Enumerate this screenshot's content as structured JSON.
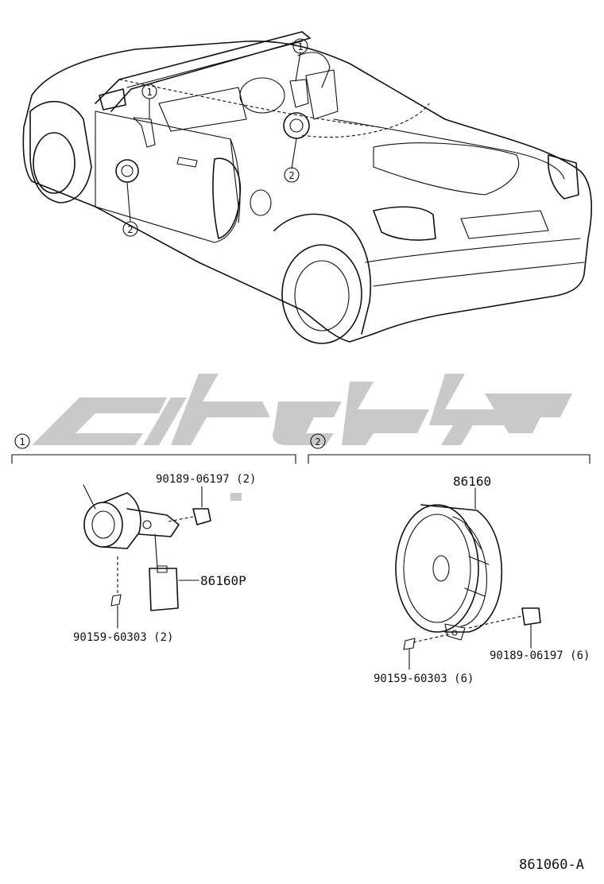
{
  "watermark": {
    "text": "ﮐﺎﻣﯿﮑﺎﺭ",
    "color": "#c9c9c9"
  },
  "callouts": {
    "c1": "1",
    "c2": "2"
  },
  "section1": {
    "number": "1",
    "labels": {
      "clip": "90189-06197 (2)",
      "tweeter": "86160P",
      "screw": "90159-60303 (2)"
    }
  },
  "section2": {
    "number": "2",
    "labels": {
      "speaker": "86160",
      "clip": "90189-06197 (6)",
      "screw": "90159-60303 (6)"
    }
  },
  "figure_code": "861060-A"
}
